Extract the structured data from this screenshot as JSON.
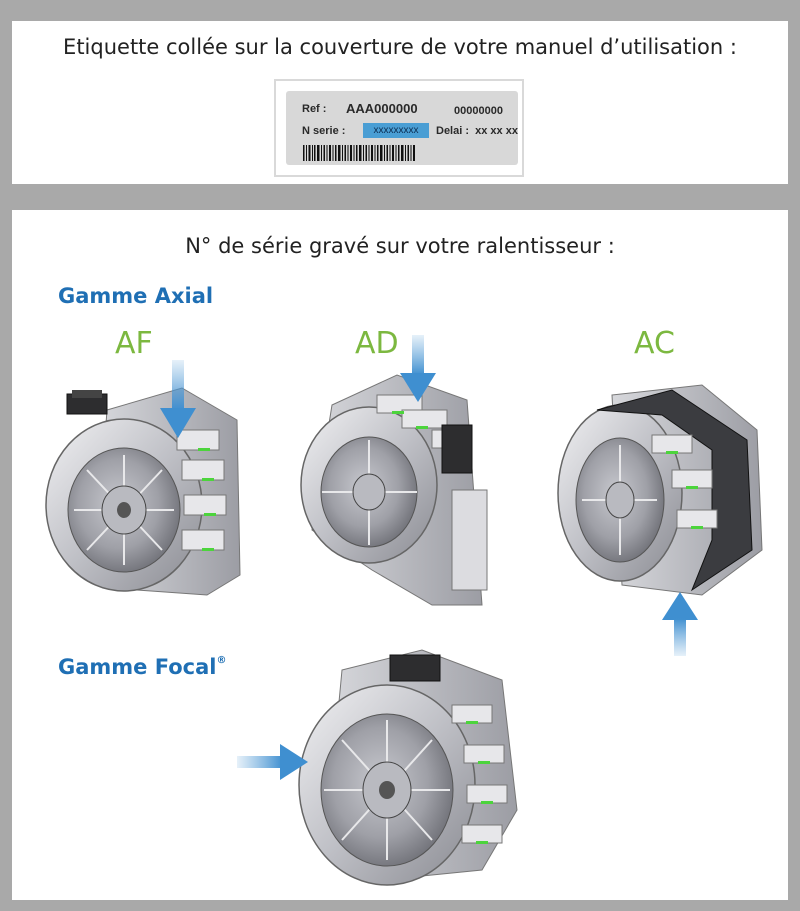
{
  "label_section": {
    "heading": "Etiquette collée sur la couverture de votre manuel d’utilisation :",
    "sticker": {
      "ref_key": "Ref :",
      "ref_value": "AAA000000",
      "code_value": "00000000",
      "serie_key": "N serie :",
      "serie_value": "xxxxxxxxx",
      "delai_key": "Delai :",
      "delai_value": "xx  xx  xx"
    }
  },
  "engraving_section": {
    "heading": "N° de série gravé sur votre ralentisseur :",
    "axial_range": {
      "title": "Gamme Axial",
      "models": [
        "AF",
        "AD",
        "AC"
      ]
    },
    "focal_range": {
      "title": "Gamme Focal",
      "mark": "®"
    }
  },
  "colors": {
    "background": "#a9a9a9",
    "range_title": "#1f6fb4",
    "model_label": "#7cb840",
    "arrow": "#5aa0d8",
    "serial_highlight": "#4a9ed4"
  }
}
